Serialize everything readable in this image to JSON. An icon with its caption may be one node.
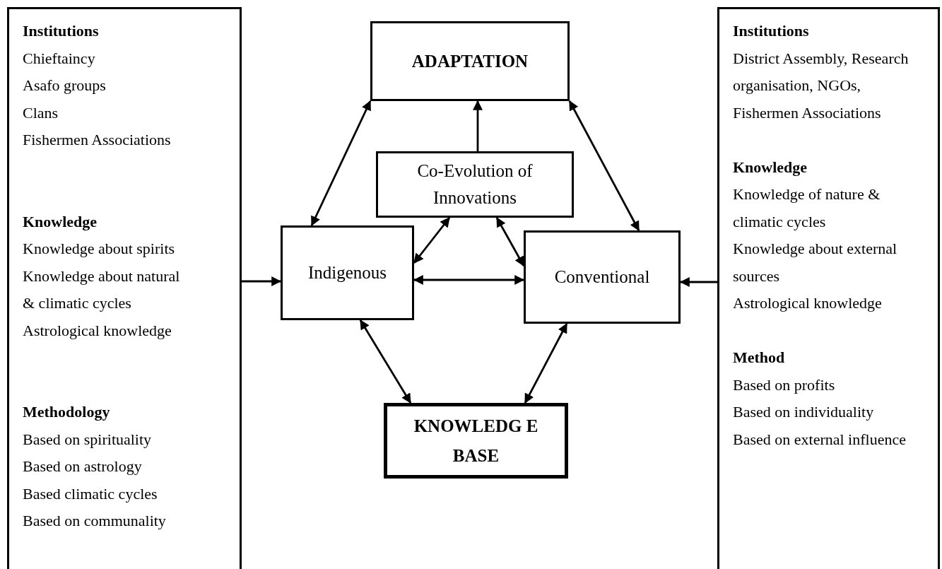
{
  "diagram": {
    "nodes": [
      {
        "text": [
          "Institutions",
          "Chieftaincy",
          "Asafo groups",
          "Clans",
          "Fishermen Associations",
          "Knowledge",
          "Knowledge about spirits",
          "Knowledge about natural & climatic cycles",
          "Astrological knowledge",
          "Methodology",
          "Based on spirituality",
          "Based on astrology",
          "Based climatic cycles",
          "Based on communality"
        ]
      },
      {
        "text": [
          "ADAPTATION"
        ]
      },
      {
        "text": [
          "Co-Evolution of Innovations"
        ]
      },
      {
        "text": [
          "Indigenous"
        ]
      },
      {
        "text": [
          "Conventional"
        ]
      },
      {
        "text": [
          "KNOWLEDG E BASE"
        ]
      },
      {
        "text": [
          "Institutions",
          "District Assembly, Research organisation, NGOs, Fishermen Associations",
          "Knowledge",
          "Knowledge of nature & climatic cycles",
          "Knowledge about external sources",
          "Astrological knowledge",
          "Method",
          "Based on profits",
          "Based on individuality",
          "Based on external influence"
        ]
      }
    ],
    "edges": [
      {
        "from": 0,
        "to": 3,
        "arrow": "to"
      },
      {
        "from": 6,
        "to": 4,
        "arrow": "to"
      },
      {
        "from": 2,
        "to": 1,
        "arrow": "to"
      },
      {
        "from": 3,
        "to": 1,
        "arrow": "both"
      },
      {
        "from": 4,
        "to": 1,
        "arrow": "both"
      },
      {
        "from": 2,
        "to": 3,
        "arrow": "both"
      },
      {
        "from": 2,
        "to": 4,
        "arrow": "both"
      },
      {
        "from": 3,
        "to": 4,
        "arrow": "both"
      },
      {
        "from": 3,
        "to": 5,
        "arrow": "both"
      },
      {
        "from": 4,
        "to": 5,
        "arrow": "both"
      }
    ]
  }
}
